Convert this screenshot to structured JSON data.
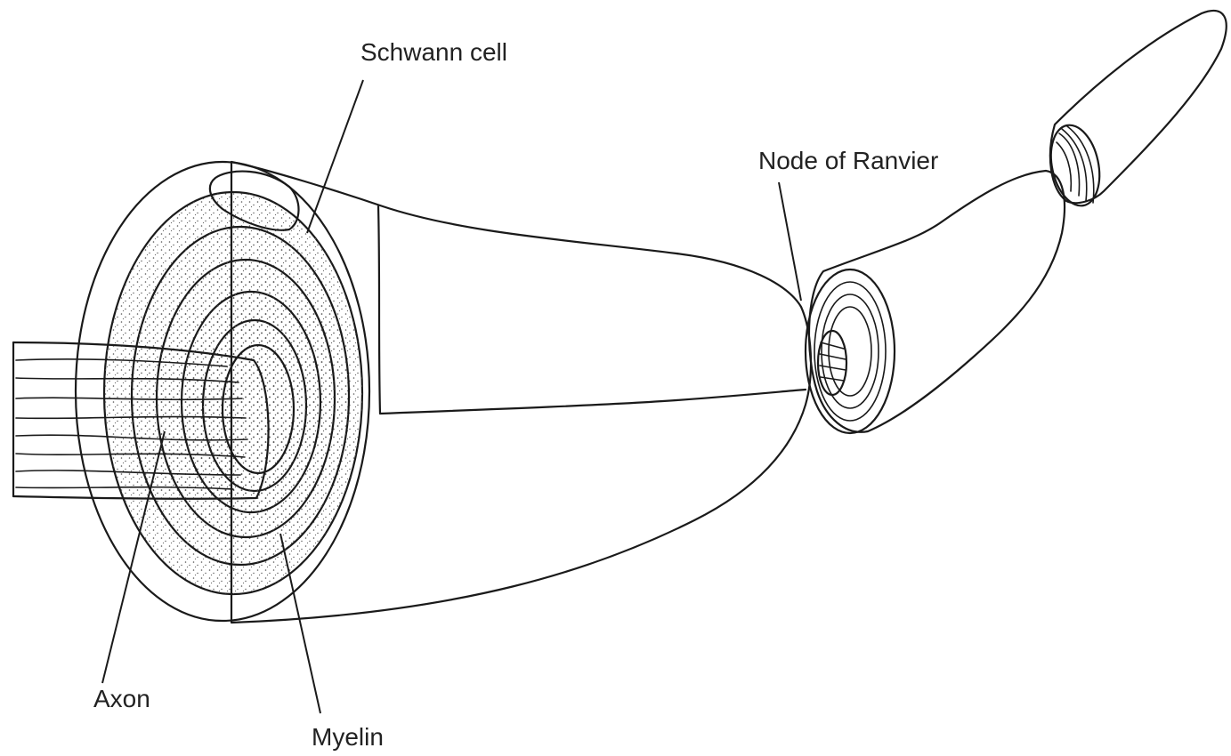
{
  "labels": {
    "schwann_cell": "Schwann cell",
    "node_of_ranvier": "Node of Ranvier",
    "axon": "Axon",
    "myelin": "Myelin"
  }
}
